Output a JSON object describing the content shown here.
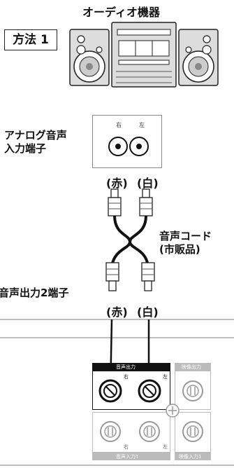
{
  "header": {
    "title": "オーディオ機器"
  },
  "method_label": "方法 1",
  "analog_input_label_line1": "アナログ音声",
  "analog_input_label_line2": "入力端子",
  "audio_jack": {
    "right": "右",
    "left": "左"
  },
  "cable_top": {
    "red": "(赤)",
    "white": "(白)"
  },
  "cord_label_line1": "音声コード",
  "cord_label_line2": "(市販品)",
  "output_label": "音声出力2端子",
  "cable_bottom": {
    "red": "(赤)",
    "white": "(白)"
  },
  "panel": {
    "audio_out": "音声出力",
    "video_out": "映像出力",
    "right": "右",
    "left": "左",
    "audio_in": "音声入力1",
    "video_in": "映像入力1",
    "right_in": "右",
    "left_in": "左"
  }
}
